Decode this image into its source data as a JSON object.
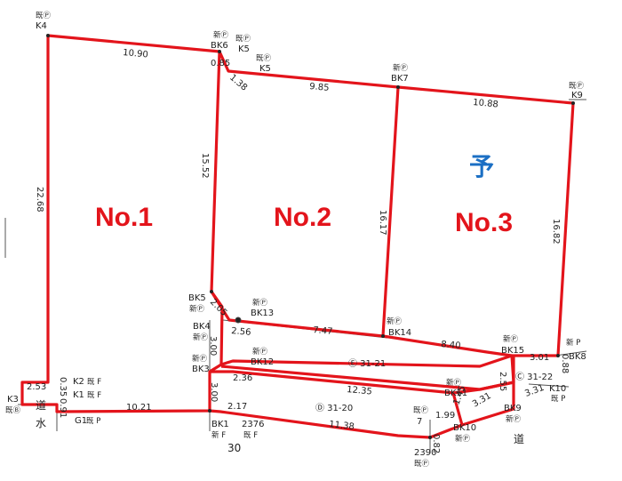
{
  "lots": [
    {
      "label": "No.1",
      "color": "#e3141b"
    },
    {
      "label": "No.2",
      "color": "#e3141b"
    },
    {
      "label": "No.3",
      "color": "#e3141b"
    }
  ],
  "reserve_label": "予",
  "reserve_color": "#1b6fc4",
  "boundary_color": "#e3141b",
  "points": {
    "K4": "K4",
    "K4_mark": "既Ⓟ",
    "K5a": "K5",
    "K5a_mark": "既Ⓟ",
    "K5b": "K5",
    "K5b_mark": "既Ⓟ",
    "BK6": "BK6",
    "BK6_mark": "新Ⓟ",
    "BK7": "BK7",
    "BK7_mark": "新Ⓟ",
    "K9": "K9",
    "K9_mark": "既Ⓟ",
    "BK8": "BK8",
    "BK8_mark": "新 P",
    "K10": "K10",
    "K10_mark": "既 P",
    "BK5": "BK5",
    "BK5_mark": "新Ⓟ",
    "BK13": "BK13",
    "BK13_mark": "新Ⓟ",
    "BK14": "BK14",
    "BK14_mark": "新Ⓟ",
    "BK15": "BK15",
    "BK15_mark": "新Ⓟ",
    "BK4": "BK4",
    "BK4_mark": "新Ⓟ",
    "BK3": "BK3",
    "BK3_mark": "新Ⓟ",
    "BK12": "BK12",
    "BK12_mark": "新Ⓟ",
    "BK11": "BK11",
    "BK11_mark": "新Ⓟ",
    "BK9": "BK9",
    "BK9_mark": "新Ⓟ",
    "BK10": "BK10",
    "BK10_mark": "新Ⓟ",
    "BK1": "BK1",
    "BK1_mark": "新 F",
    "K1": "K1",
    "K1_mark": "既 F",
    "K2": "K2",
    "K2_mark": "既 F",
    "K3": "K3",
    "K3_mark": "既Ⓑ",
    "G1": "G1",
    "G1_mark": "既 P",
    "n2376": "2376",
    "n2376_mark": "既 F",
    "n2390": "2390",
    "n2390_mark": "既Ⓟ",
    "n7": "7",
    "n7_mark": "既Ⓟ"
  },
  "dims": {
    "d1090": "10.90",
    "d085": "0.85",
    "d138": "1.38",
    "d985": "9.85",
    "d1088": "10.88",
    "d2268": "22.68",
    "d1552": "15.52",
    "d1617": "16.17",
    "d1682": "16.82",
    "d205": "2.05",
    "d256": "2.56",
    "d747": "7.47",
    "d840": "8.40",
    "d301": "3.01",
    "d088": "0.88",
    "d300a": "3.00",
    "d236": "2.36",
    "d1235": "12.35",
    "d255": "2.55",
    "d331a": "3.31",
    "d331b": "3.31",
    "d253": "2.53",
    "d035": "0.35",
    "d091": "0.91",
    "d1021": "10.21",
    "d217": "2.17",
    "d1138": "11.38",
    "d300b": "3.00",
    "d199": "1.99",
    "d145": "1.45",
    "d082": "0.82"
  },
  "parcels": {
    "p3121": "Ⓔ 31-21",
    "p3120": "Ⓓ 31-20",
    "p3122": "Ⓒ 31-22"
  },
  "roads": {
    "road1": "道",
    "water": "水",
    "road_left": "道",
    "n30": "30"
  }
}
